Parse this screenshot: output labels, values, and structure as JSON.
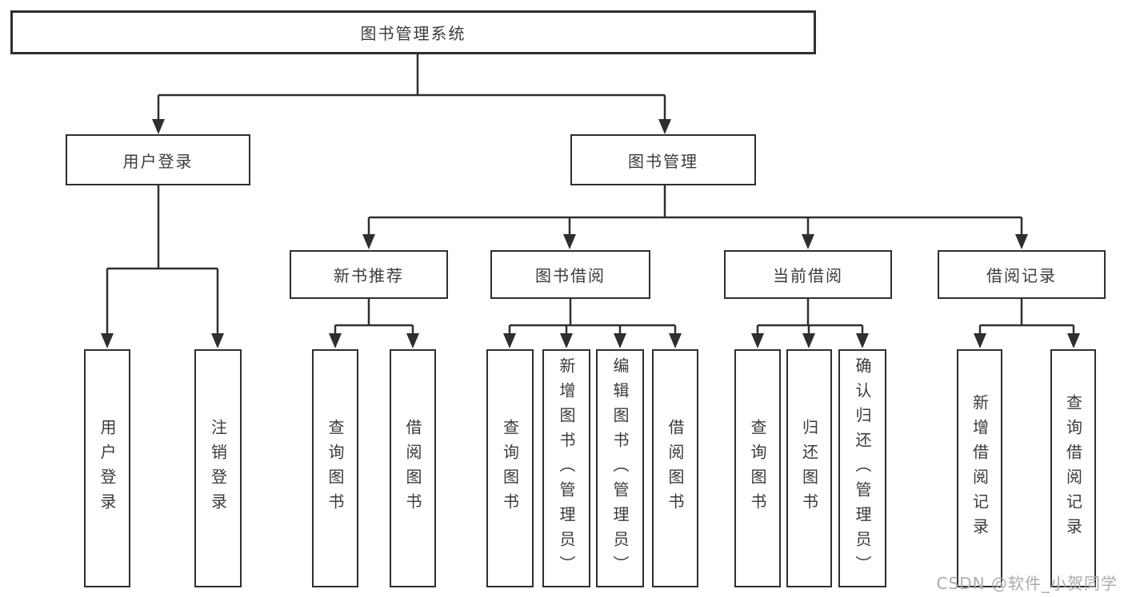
{
  "colors": {
    "line": "#2f2f2f",
    "box_border": "#2f2f2f",
    "text": "#3b3b3b",
    "background": "#ffffff",
    "watermark": "#ababab"
  },
  "watermark": {
    "text": "CSDN @软件_小贺同学"
  },
  "tree": {
    "label": "图书管理系统",
    "children": [
      {
        "label": "用户登录",
        "children": [
          {
            "label": "用户登录"
          },
          {
            "label": "注销登录"
          }
        ]
      },
      {
        "label": "图书管理",
        "children": [
          {
            "label": "新书推荐",
            "children": [
              {
                "label": "查询图书"
              },
              {
                "label": "借阅图书"
              }
            ]
          },
          {
            "label": "图书借阅",
            "children": [
              {
                "label": "查询图书"
              },
              {
                "label": "新增图书（管理员）"
              },
              {
                "label": "编辑图书（管理员）"
              },
              {
                "label": "借阅图书"
              }
            ]
          },
          {
            "label": "当前借阅",
            "children": [
              {
                "label": "查询图书"
              },
              {
                "label": "归还图书"
              },
              {
                "label": "确认归还（管理员）"
              }
            ]
          },
          {
            "label": "借阅记录",
            "children": [
              {
                "label": "新增借阅记录"
              },
              {
                "label": "查询借阅记录"
              }
            ]
          }
        ]
      }
    ]
  }
}
